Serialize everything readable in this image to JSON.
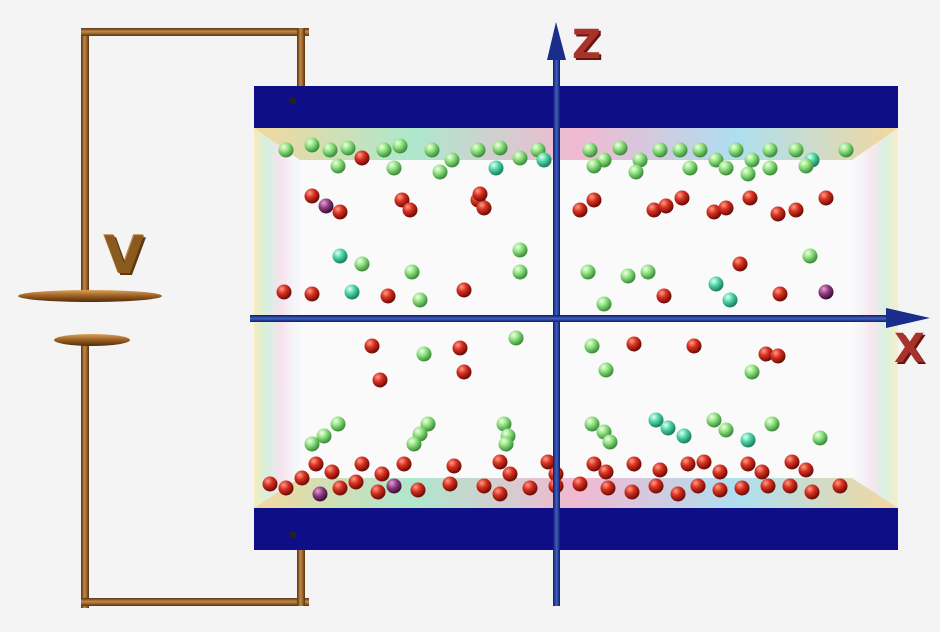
{
  "labels": {
    "voltage": "V",
    "z_axis": "Z",
    "x_axis": "X"
  },
  "colors": {
    "background": "#f4f4f4",
    "electrode": "#0e0e86",
    "axis": "#1a2d8a",
    "wire": "#9a6428",
    "ion_red": "#d22a1c",
    "ion_green": "#7fe08a",
    "ion_teal": "#4fd6a2"
  }
}
